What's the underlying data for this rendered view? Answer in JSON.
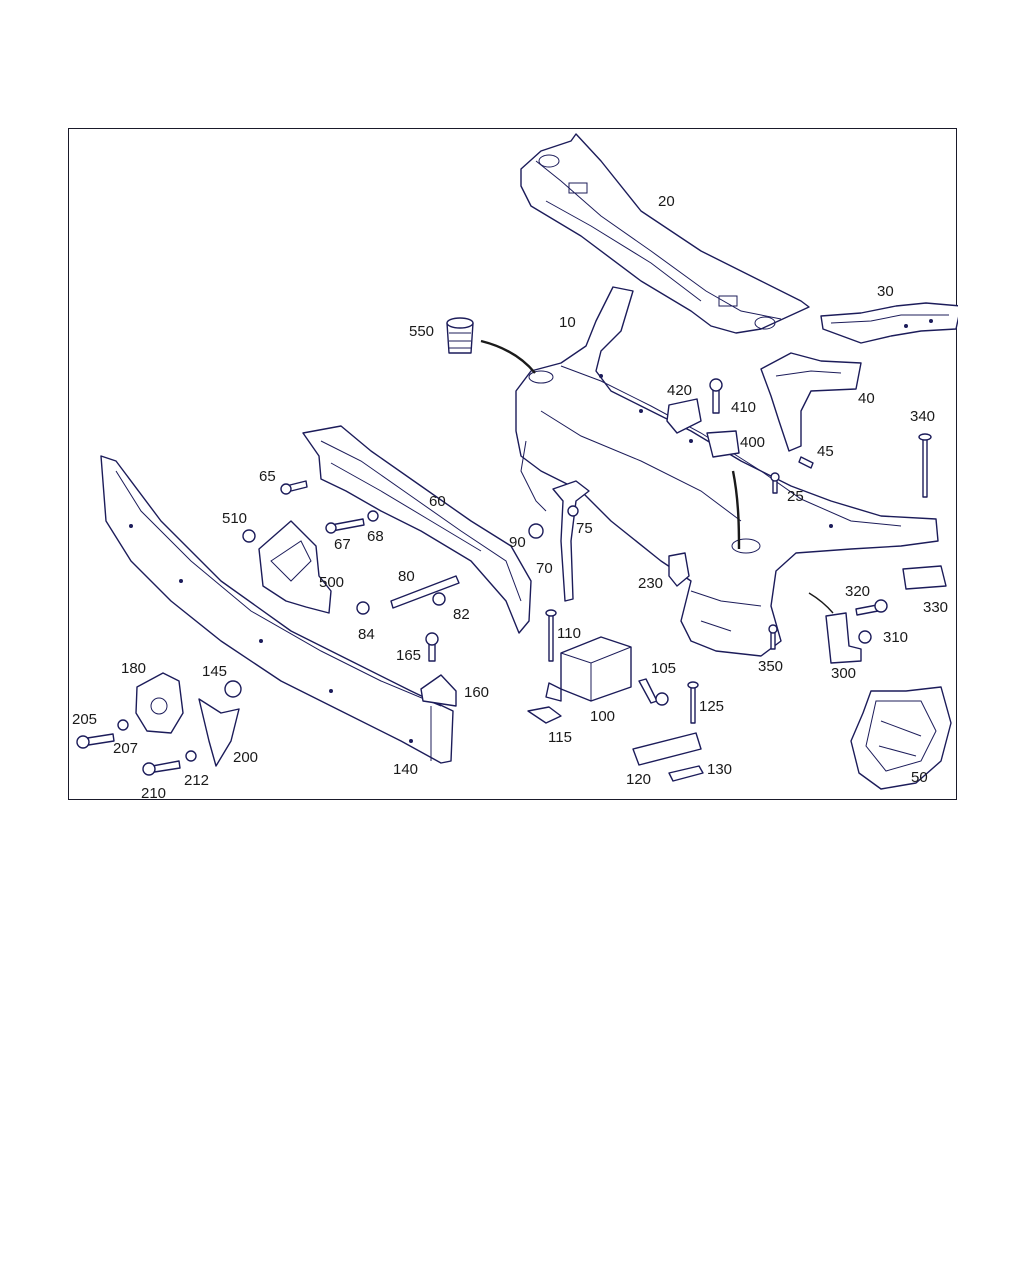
{
  "diagram": {
    "line_color": "#1c1c5a",
    "labels": {
      "l10": "10",
      "l20": "20",
      "l25": "25",
      "l30": "30",
      "l40": "40",
      "l45": "45",
      "l50": "50",
      "l60": "60",
      "l65": "65",
      "l67": "67",
      "l68": "68",
      "l70": "70",
      "l75": "75",
      "l80": "80",
      "l82": "82",
      "l84": "84",
      "l90": "90",
      "l100": "100",
      "l105": "105",
      "l110": "110",
      "l115": "115",
      "l120": "120",
      "l125": "125",
      "l130": "130",
      "l140": "140",
      "l145": "145",
      "l160": "160",
      "l165": "165",
      "l180": "180",
      "l200": "200",
      "l205": "205",
      "l207": "207",
      "l210": "210",
      "l212": "212",
      "l230": "230",
      "l300": "300",
      "l310": "310",
      "l320": "320",
      "l330": "330",
      "l340": "340",
      "l350": "350",
      "l400": "400",
      "l410": "410",
      "l420": "420",
      "l500": "500",
      "l510": "510",
      "l550": "550"
    }
  }
}
